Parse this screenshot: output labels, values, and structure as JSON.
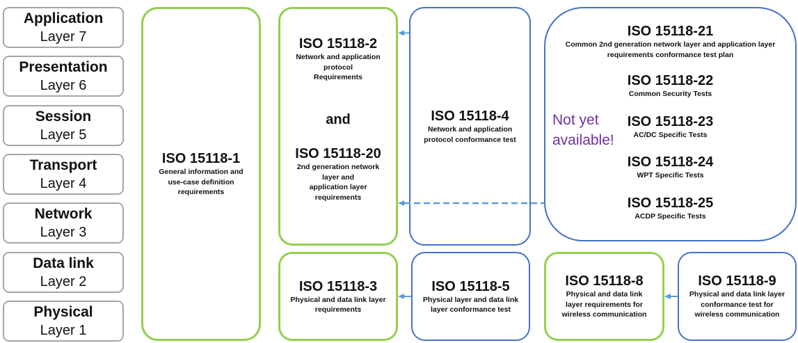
{
  "osi_layers": [
    {
      "name": "Application",
      "layer": "Layer 7"
    },
    {
      "name": "Presentation",
      "layer": "Layer 6"
    },
    {
      "name": "Session",
      "layer": "Layer 5"
    },
    {
      "name": "Transport",
      "layer": "Layer 4"
    },
    {
      "name": "Network",
      "layer": "Layer 3"
    },
    {
      "name": "Data link",
      "layer": "Layer 2"
    },
    {
      "name": "Physical",
      "layer": "Layer 1"
    }
  ],
  "part1": {
    "title": "ISO 15118-1",
    "desc": [
      "General information and",
      "use-case definition",
      "requirements"
    ]
  },
  "part2": {
    "title": "ISO 15118-2",
    "desc": [
      "Network and application",
      "protocol",
      "Requirements"
    ]
  },
  "and_text": "and",
  "part20": {
    "title": "ISO 15118-20",
    "desc": [
      "2nd generation network",
      "layer and",
      "application layer",
      "requirements"
    ]
  },
  "part4": {
    "title": "ISO 15118-4",
    "desc": [
      "Network and application",
      "protocol conformance test"
    ]
  },
  "conformance_group": {
    "note_lines": [
      "Not yet",
      "available!"
    ],
    "parts": [
      {
        "title": "ISO 15118-21",
        "desc": [
          "Common 2nd generation network layer and application layer",
          "requirements conformance test plan"
        ]
      },
      {
        "title": "ISO 15118-22",
        "desc": [
          "Common Security Tests"
        ]
      },
      {
        "title": "ISO 15118-23",
        "desc": [
          "AC/DC Specific Tests"
        ]
      },
      {
        "title": "ISO 15118-24",
        "desc": [
          "WPT Specific Tests"
        ]
      },
      {
        "title": "ISO 15118-25",
        "desc": [
          "ACDP Specific Tests"
        ]
      }
    ]
  },
  "part3": {
    "title": "ISO 15118-3",
    "desc": [
      "Physical and data link layer",
      "requirements"
    ]
  },
  "part5": {
    "title": "ISO 15118-5",
    "desc": [
      "Physical layer and data link",
      "layer conformance test"
    ]
  },
  "part8": {
    "title": "ISO 15118-8",
    "desc": [
      "Physical and data link",
      "layer requirements for",
      "wireless communication"
    ]
  },
  "part9": {
    "title": "ISO 15118-9",
    "desc": [
      "Physical and data link layer",
      "conformance test for",
      "wireless communication"
    ]
  },
  "colors": {
    "requirement_border": "#92d050",
    "conformance_border": "#4472c4",
    "osi_border": "#a6a6a6",
    "note_text": "#7030a0",
    "arrow": "#5b9bd5"
  }
}
